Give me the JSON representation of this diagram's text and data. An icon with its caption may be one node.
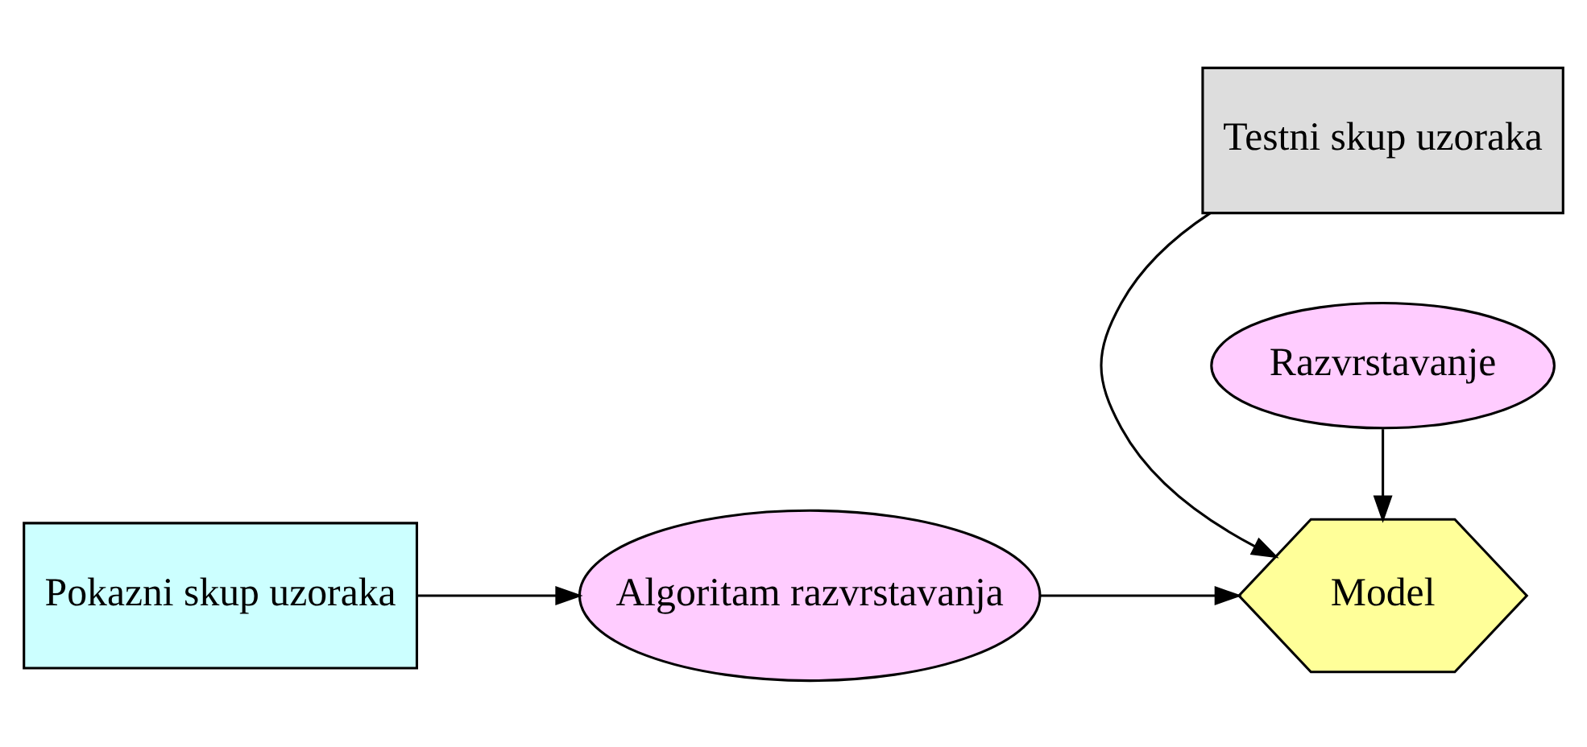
{
  "diagram": {
    "nodes": [
      {
        "text": [
          "Pokazni skup uzoraka"
        ]
      },
      {
        "text": [
          "Algoritam razvrstavanja"
        ]
      },
      {
        "text": [
          "Testni skup uzoraka"
        ]
      },
      {
        "text": [
          "Model"
        ]
      },
      {
        "text": [
          "Razvrstavanje"
        ]
      }
    ],
    "edges": [
      {
        "from": 0,
        "to": 1,
        "arrow": "to"
      },
      {
        "from": 1,
        "to": 3,
        "arrow": "to"
      },
      {
        "from": 2,
        "to": 3,
        "arrow": "to"
      },
      {
        "from": 4,
        "to": 3,
        "arrow": "to"
      }
    ]
  }
}
